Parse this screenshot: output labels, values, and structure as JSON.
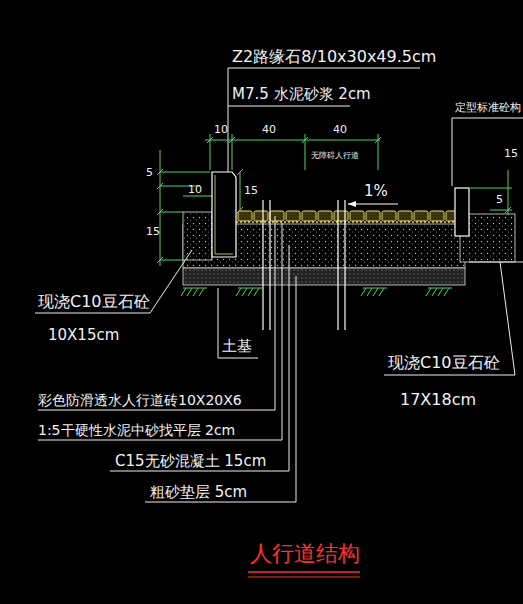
{
  "diagram": {
    "title": "人行道结构",
    "labels": [
      "Z2路缘石8/10x30x49.5cm",
      "M7.5 水泥砂浆 2cm",
      "定型标准砼构",
      "10",
      "40",
      "40",
      "无障碍人行道",
      "15",
      "5",
      "10",
      "15",
      "15",
      "1%",
      "5",
      "现浇C10豆石砼",
      "10X15cm",
      "土基",
      "现浇C10豆石砼",
      "17X18cm",
      "彩色防滑透水人行道砖10X20X6",
      "1:5干硬性水泥中砂找平层 2cm",
      "C15无砂混凝土 15cm",
      "粗砂垫层 5cm"
    ]
  }
}
